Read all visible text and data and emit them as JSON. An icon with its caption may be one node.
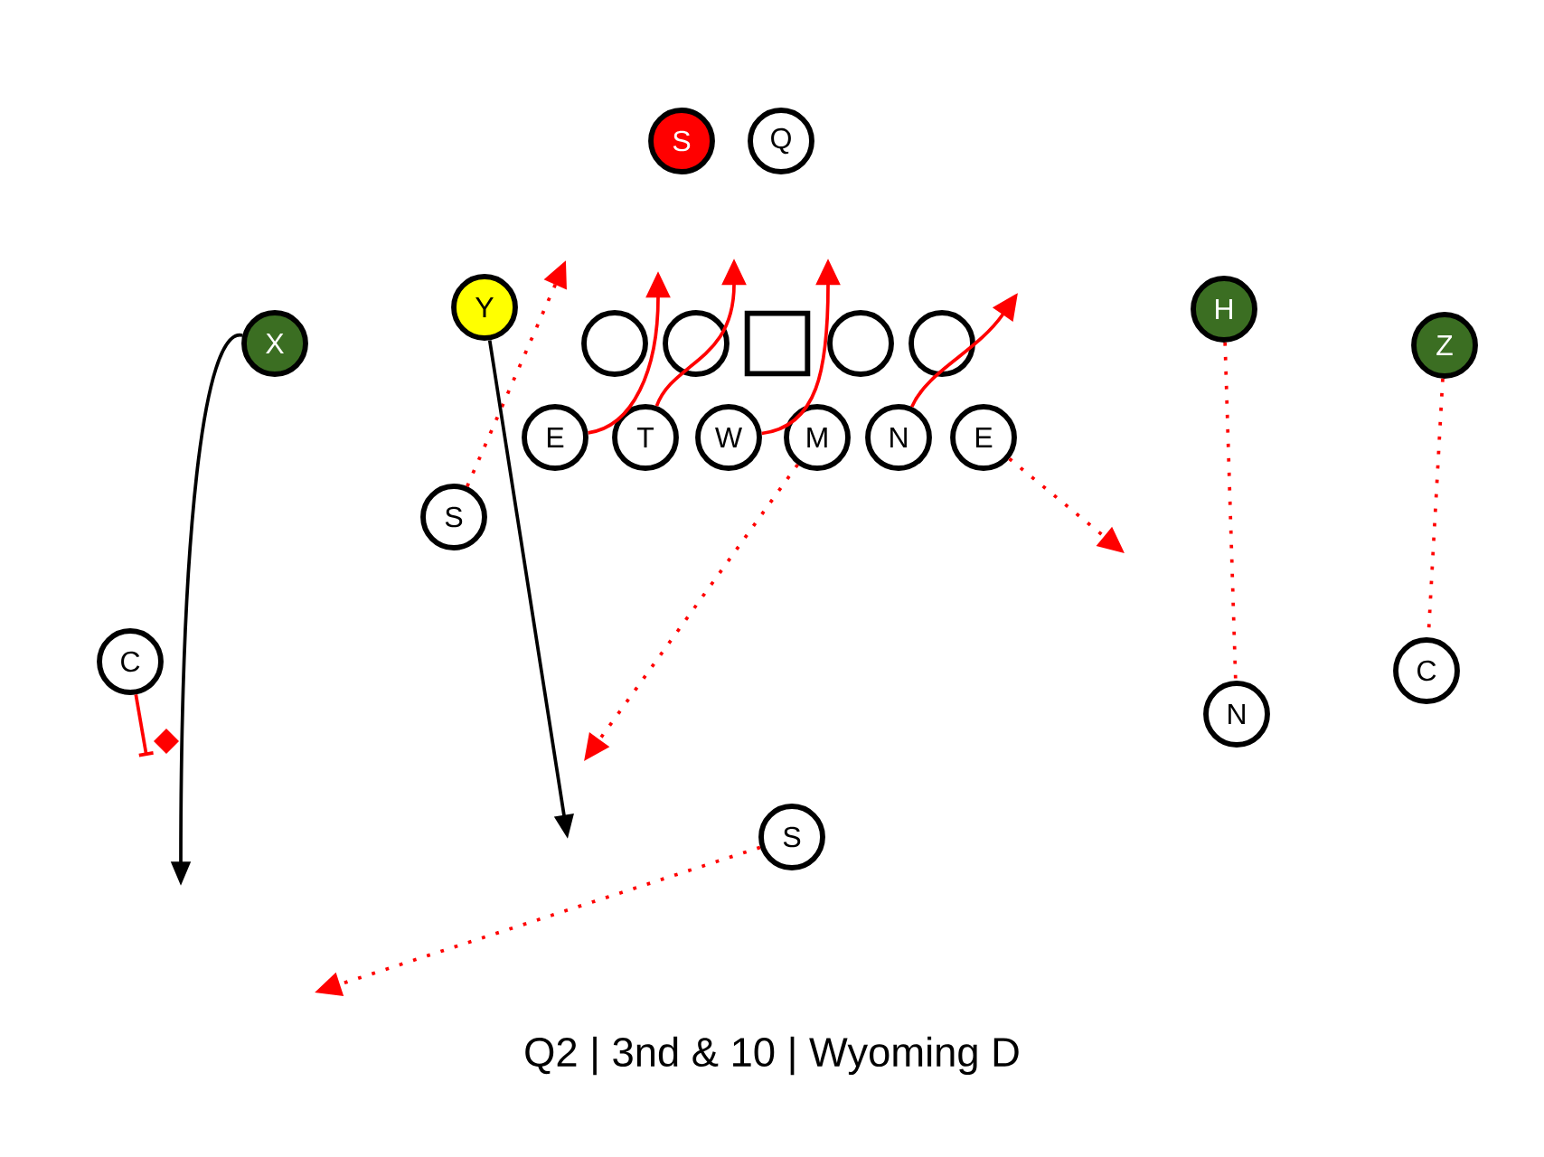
{
  "diagram": {
    "caption": "Q2 | 3nd & 10 | Wyoming D",
    "nodes": [
      {
        "text": [
          "S"
        ]
      },
      {
        "text": [
          "Q"
        ]
      },
      {
        "text": [
          "Y"
        ]
      },
      {
        "text": [
          "X"
        ]
      },
      {
        "text": [
          "H"
        ]
      },
      {
        "text": [
          "Z"
        ]
      },
      {
        "text": [],
        "shape": "circle"
      },
      {
        "text": [],
        "shape": "circle"
      },
      {
        "text": [],
        "shape": "box"
      },
      {
        "text": [],
        "shape": "circle"
      },
      {
        "text": [],
        "shape": "circle"
      },
      {
        "text": [
          "E"
        ]
      },
      {
        "text": [
          "T"
        ]
      },
      {
        "text": [
          "W"
        ]
      },
      {
        "text": [
          "M"
        ]
      },
      {
        "text": [
          "N"
        ]
      },
      {
        "text": [
          "E"
        ]
      },
      {
        "text": [
          "S"
        ]
      },
      {
        "text": [
          "C"
        ]
      },
      {
        "text": [
          "N"
        ]
      },
      {
        "text": [
          "C"
        ]
      },
      {
        "text": [
          "S"
        ]
      }
    ],
    "edges": [
      {
        "from": 11,
        "to": null,
        "arrow": "to"
      },
      {
        "from": 12,
        "to": null,
        "arrow": "to"
      },
      {
        "from": 13,
        "to": null,
        "arrow": "to"
      },
      {
        "from": 15,
        "to": null,
        "arrow": "to"
      },
      {
        "from": 17,
        "to": null,
        "arrow": "to",
        "style": "dashed"
      },
      {
        "from": 14,
        "to": null,
        "arrow": "to",
        "style": "dashed"
      },
      {
        "from": 16,
        "to": null,
        "arrow": "to",
        "style": "dashed"
      },
      {
        "from": 4,
        "to": 19,
        "arrow": "none",
        "style": "dashed"
      },
      {
        "from": 5,
        "to": 20,
        "arrow": "none",
        "style": "dashed"
      },
      {
        "from": 3,
        "to": null,
        "arrow": "to",
        "color": "#000000"
      },
      {
        "from": 2,
        "to": null,
        "arrow": "to",
        "color": "#000000"
      },
      {
        "from": 21,
        "to": null,
        "arrow": "to",
        "style": "dashed"
      },
      {
        "from": 18,
        "to": null,
        "arrow": "other"
      }
    ]
  }
}
